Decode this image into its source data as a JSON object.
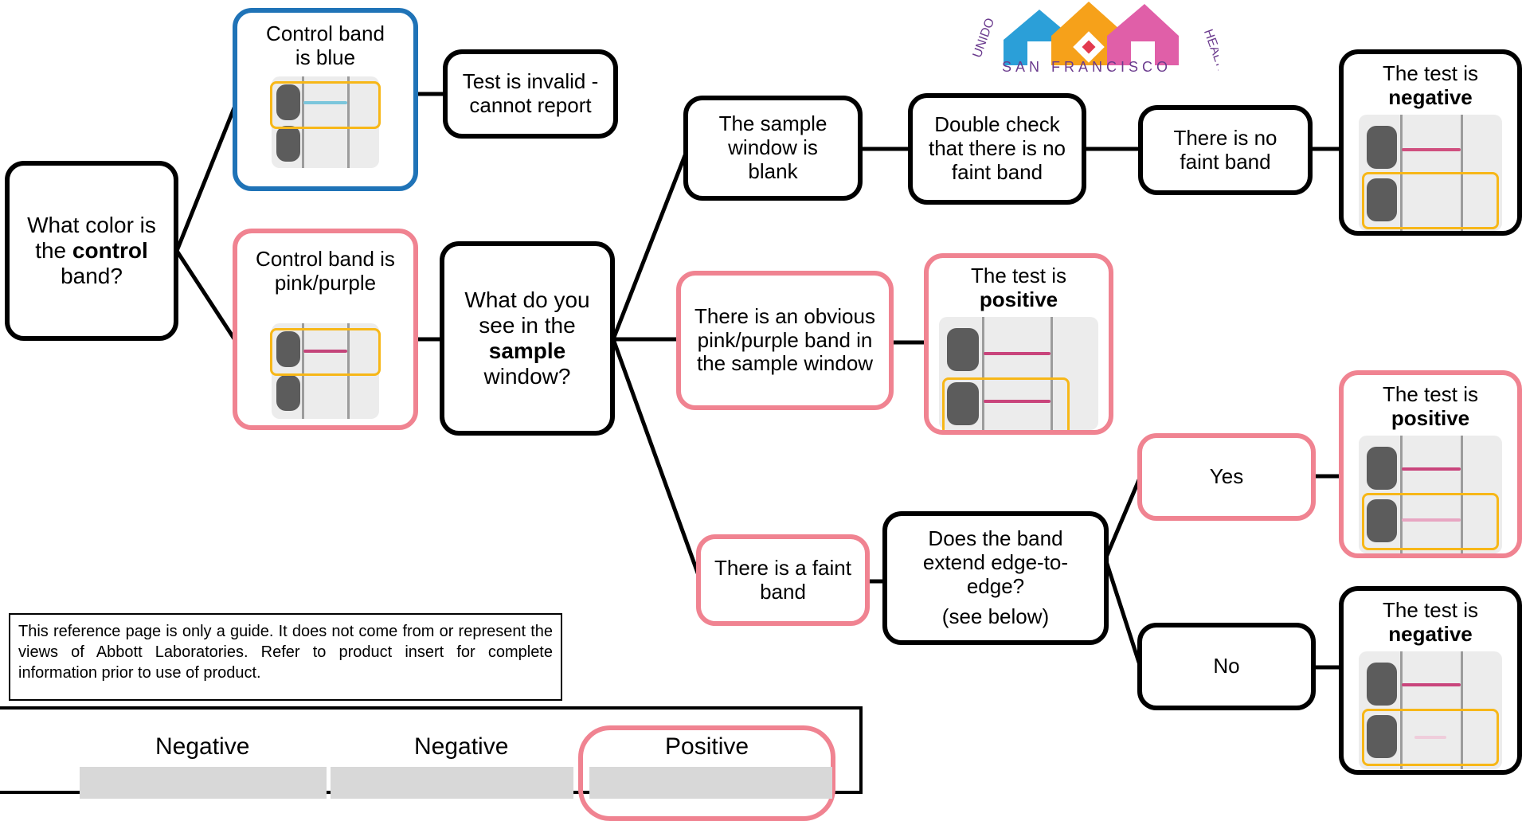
{
  "colors": {
    "pink": "#f08391",
    "blue": "#1f73b7",
    "highlight": "#f7b718",
    "line": "#000000"
  },
  "logo": {
    "arc_text": "UNIDOS EN SALUD · HEALTH",
    "city": "SAN FRANCISCO"
  },
  "nodes": {
    "question": {
      "pre": "What color is the",
      "bold": "control",
      "post": "band?"
    },
    "control_blue": {
      "text": "Control band is blue"
    },
    "invalid": {
      "text": "Test is invalid - cannot report"
    },
    "control_pink": {
      "text": "Control band is pink/purple"
    },
    "sample_question": {
      "pre": "What do you see in the",
      "bold": "sample",
      "post": "window?"
    },
    "blank": {
      "text": "The sample window is blank"
    },
    "double_check": {
      "text": "Double check that there is no faint band"
    },
    "no_faint": {
      "text": "There is no faint band"
    },
    "result_negative_1": {
      "pre": "The test is",
      "bold": "negative"
    },
    "obvious": {
      "text": "There is an obvious pink/purple band in the sample window"
    },
    "result_positive_1": {
      "pre": "The test is",
      "bold": "positive"
    },
    "faint": {
      "text": "There is a faint band"
    },
    "edge_question": {
      "text": "Does the band extend edge-to-edge?",
      "note": "(see below)"
    },
    "yes": {
      "text": "Yes"
    },
    "result_positive_2": {
      "pre": "The test is",
      "bold": "positive"
    },
    "no": {
      "text": "No"
    },
    "result_negative_2": {
      "pre": "The test is",
      "bold": "negative"
    }
  },
  "disclaimer": "This reference page is only a guide. It does not come from or represent the views of Abbott Laboratories. Refer to product insert for complete information prior to use of product.",
  "examples": {
    "labels": [
      "Negative",
      "Negative",
      "Positive"
    ]
  }
}
